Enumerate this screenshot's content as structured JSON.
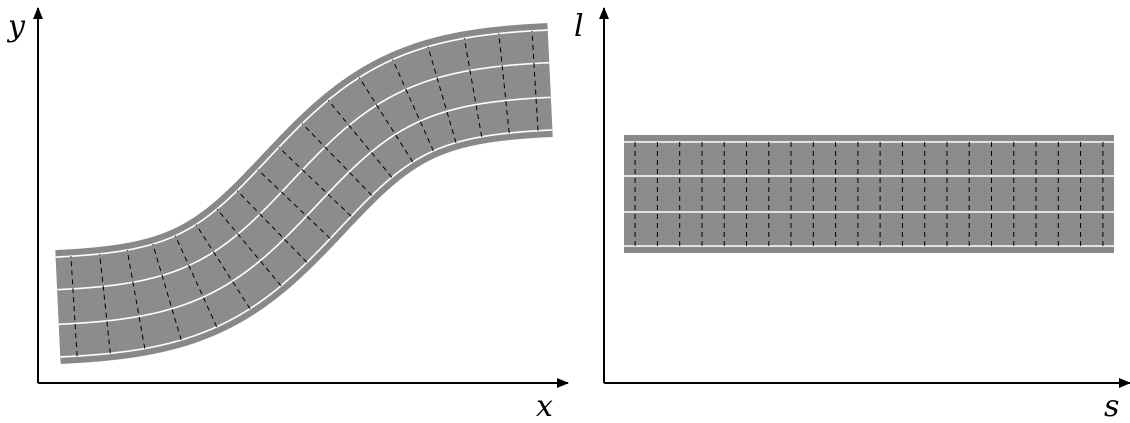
{
  "left_panel": {
    "x_axis_label": "x",
    "y_axis_label": "y",
    "road_shape": "s-curve",
    "lane_count": 3,
    "cross_section_count": 18
  },
  "right_panel": {
    "x_axis_label": "s",
    "y_axis_label": "l",
    "road_shape": "straight",
    "lane_count": 3,
    "cross_section_count": 22
  },
  "colors": {
    "road_edge": "#888888",
    "road_fill": "#8c8c8e",
    "lane_line": "#ffffff",
    "cross_section_line": "#000000",
    "axis": "#000000"
  }
}
